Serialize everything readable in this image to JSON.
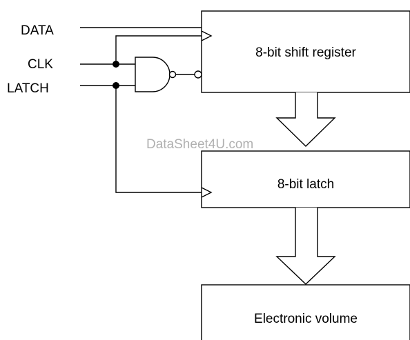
{
  "signals": {
    "data": "DATA",
    "clk": "CLK",
    "latch": "LATCH"
  },
  "blocks": {
    "shift_register": "8-bit shift register",
    "latch": "8-bit latch",
    "volume": "Electronic volume"
  },
  "watermark": "DataSheet4U.com"
}
